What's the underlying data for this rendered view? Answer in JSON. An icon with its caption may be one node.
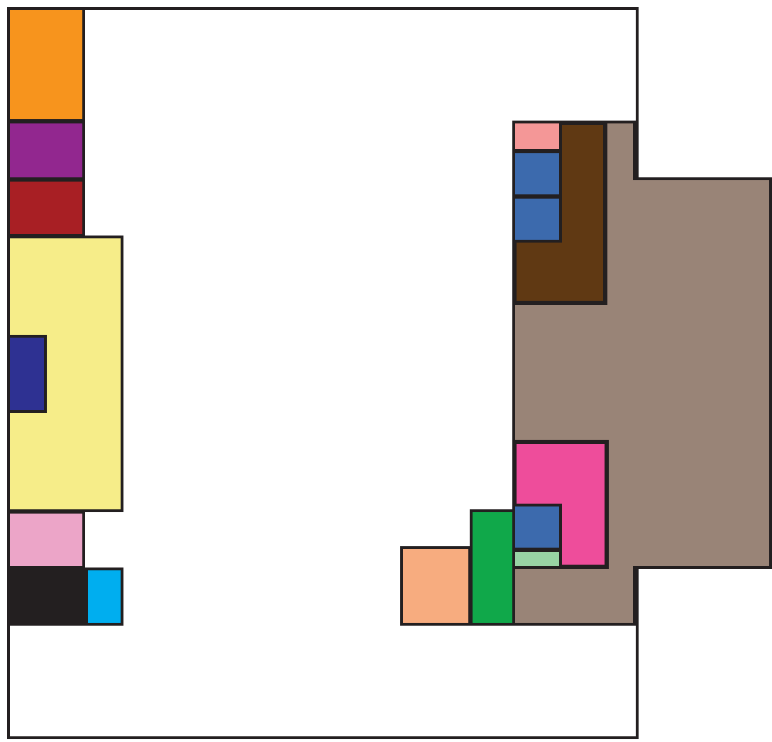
{
  "diagram": {
    "nodes": [
      {
        "text": [],
        "shape": "box"
      },
      {
        "text": [],
        "shape": "box",
        "in": 0
      },
      {
        "text": [],
        "shape": "box",
        "in": 0
      },
      {
        "text": [],
        "shape": "box",
        "in": 0
      },
      {
        "text": [],
        "shape": "box",
        "in": 0
      },
      {
        "text": [],
        "shape": "box",
        "in": 4
      },
      {
        "text": [],
        "shape": "box",
        "in": 0
      },
      {
        "text": [],
        "shape": "box",
        "in": 0
      },
      {
        "text": [],
        "shape": "box",
        "in": 0
      },
      {
        "text": [],
        "shape": "box"
      },
      {
        "text": [],
        "shape": "box"
      },
      {
        "text": [],
        "shape": "box",
        "in": 10
      },
      {
        "text": [],
        "shape": "box",
        "in": 10
      },
      {
        "text": [],
        "shape": "box",
        "in": 10
      },
      {
        "text": [],
        "shape": "box"
      },
      {
        "text": [],
        "shape": "box",
        "in": 14
      },
      {
        "text": [],
        "shape": "box",
        "in": 14
      },
      {
        "text": [],
        "shape": "box",
        "in": 0
      },
      {
        "text": [],
        "shape": "box",
        "in": 0
      }
    ]
  }
}
